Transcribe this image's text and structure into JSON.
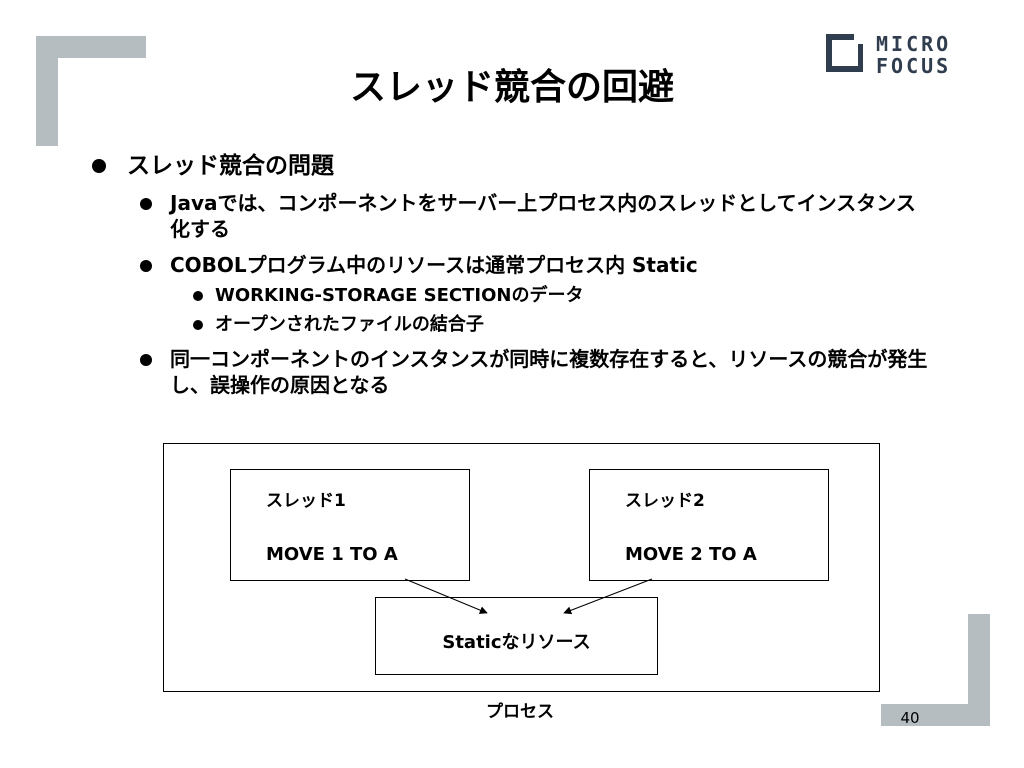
{
  "slide": {
    "title": "スレッド競合の回避",
    "page_number": "40"
  },
  "logo": {
    "line1": "MICRO",
    "line2": "FOCUS"
  },
  "bullets": {
    "b1": "スレッド競合の問題",
    "b1_1": "Javaでは、コンポーネントをサーバー上プロセス内のスレッドとしてインスタンス化する",
    "b1_2": "COBOLプログラム中のリソースは通常プロセス内 Static",
    "b1_2_1": "WORKING-STORAGE SECTIONのデータ",
    "b1_2_2": "オープンされたファイルの結合子",
    "b1_3": "同一コンポーネントのインスタンスが同時に複数存在すると、リソースの競合が発生し、誤操作の原因となる"
  },
  "diagram": {
    "thread1_title": "スレッド1",
    "thread1_code": "MOVE 1 TO A",
    "thread2_title": "スレッド2",
    "thread2_code": "MOVE 2 TO A",
    "resource_label": "Staticなリソース",
    "process_label": "プロセス"
  },
  "colors": {
    "bracket": "#b5bdc1",
    "logo": "#2f3d4f"
  }
}
